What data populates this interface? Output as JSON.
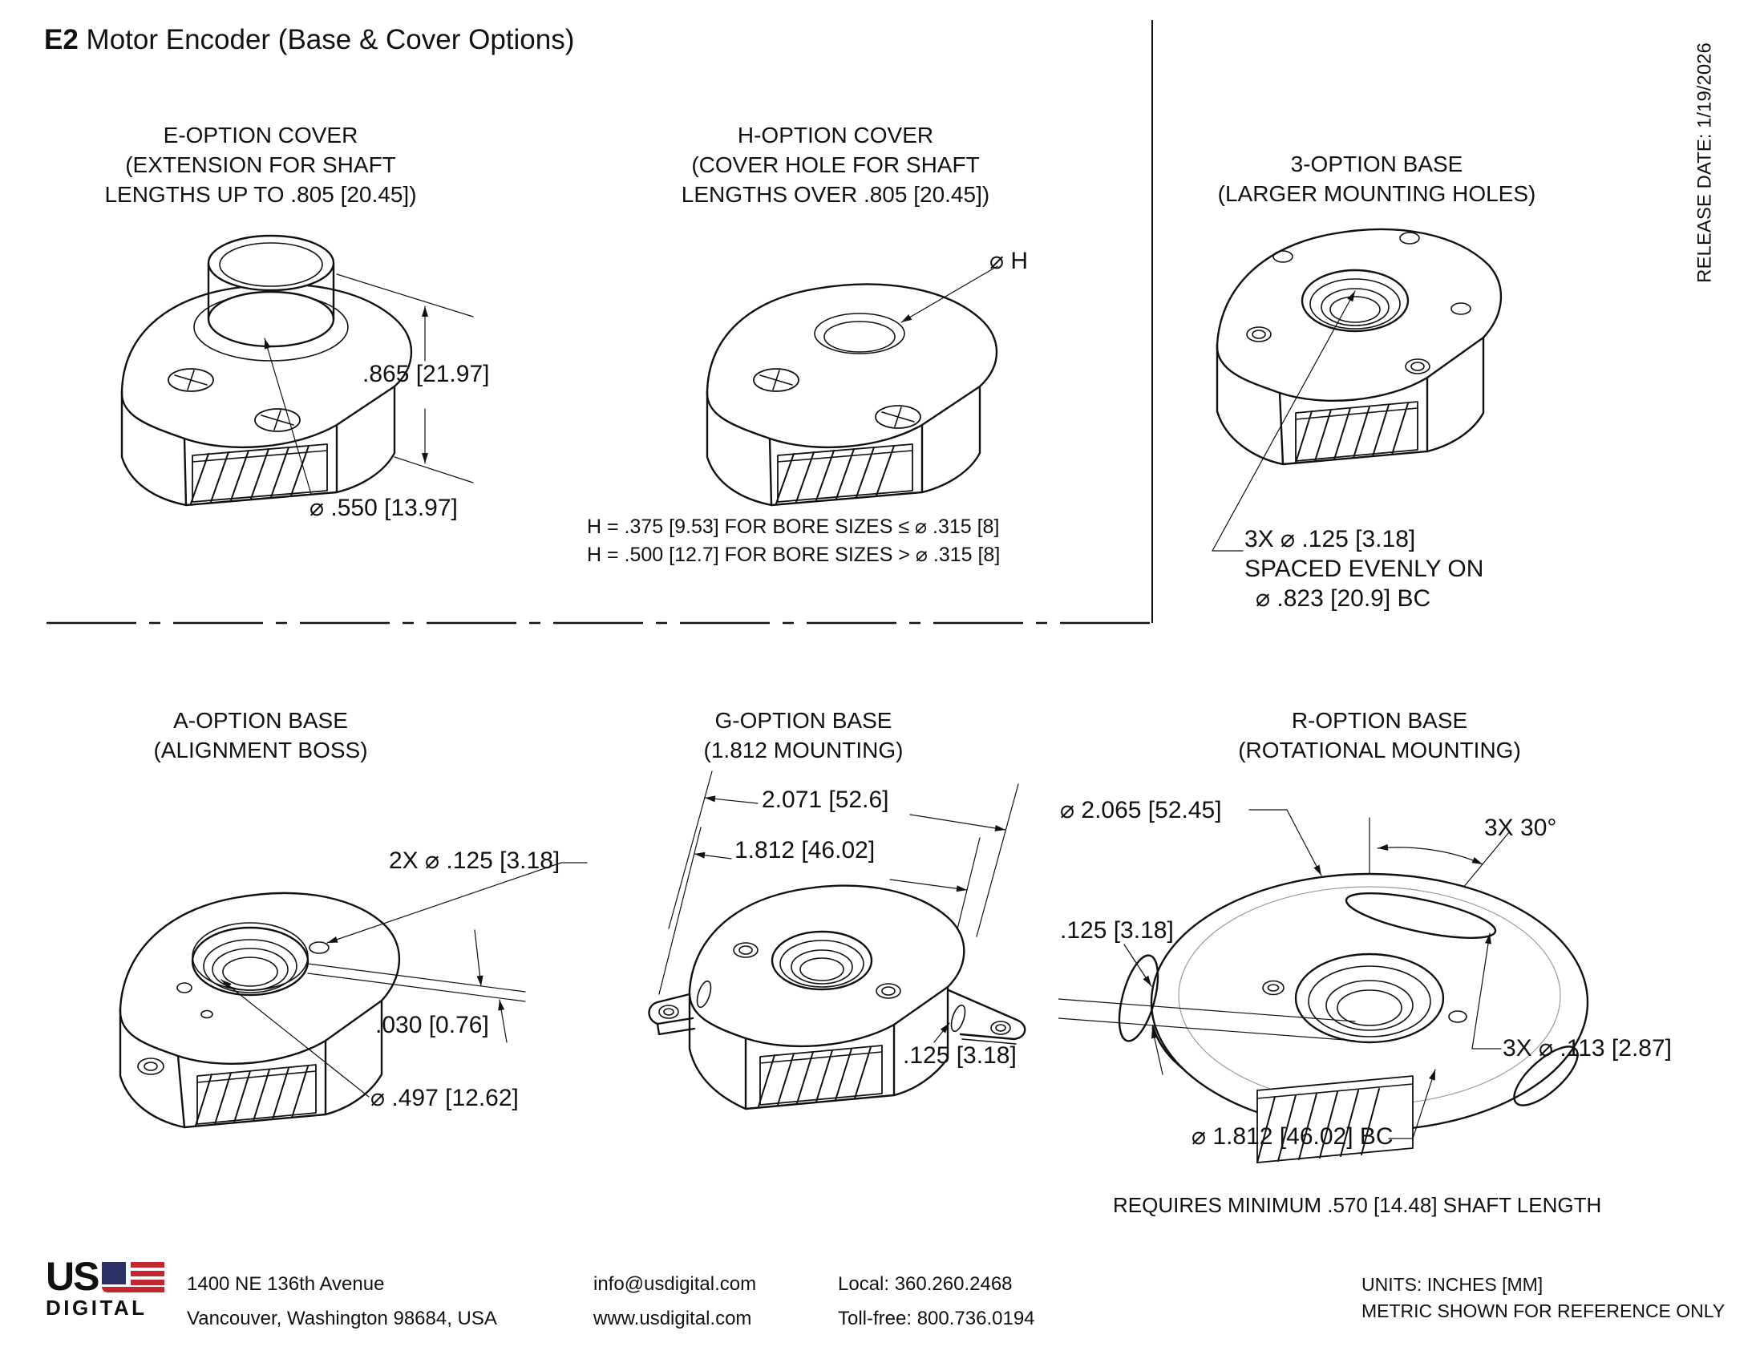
{
  "header": {
    "title_code": "E2",
    "title_rest": " Motor Encoder (Base & Cover Options)",
    "release_date": "RELEASE DATE: 1/19/2026"
  },
  "sections": {
    "e_option": {
      "title": [
        "E-OPTION COVER",
        "(EXTENSION FOR SHAFT",
        "LENGTHS UP TO .805 [20.45])"
      ],
      "dims": {
        "height": ".865 [21.97]",
        "diameter": "⌀ .550 [13.97]"
      }
    },
    "h_option": {
      "title": [
        "H-OPTION COVER",
        "(COVER HOLE FOR SHAFT",
        "LENGTHS OVER .805 [20.45])"
      ],
      "dims": {
        "hole": "⌀ H"
      },
      "notes": [
        "H = .375 [9.53] FOR BORE SIZES ≤ ⌀ .315 [8]",
        "H = .500 [12.7] FOR BORE SIZES > ⌀ .315 [8]"
      ]
    },
    "base3_option": {
      "title": [
        "3-OPTION BASE",
        "(LARGER MOUNTING HOLES)"
      ],
      "notes": [
        "3X ⌀ .125 [3.18]",
        "SPACED EVENLY ON",
        "⌀ .823 [20.9] BC"
      ]
    },
    "a_option": {
      "title": [
        "A-OPTION BASE",
        "(ALIGNMENT BOSS)"
      ],
      "dims": {
        "holes": "2X ⌀ .125 [3.18]",
        "boss_height": ".030 [0.76]",
        "boss_diameter": "⌀ .497 [12.62]"
      }
    },
    "g_option": {
      "title": [
        "G-OPTION BASE",
        "(1.812 MOUNTING)"
      ],
      "dims": {
        "overall": "2.071 [52.6]",
        "mounting": "1.812 [46.02]",
        "tab_thickness": ".125 [3.18]"
      }
    },
    "r_option": {
      "title": [
        "R-OPTION BASE",
        "(ROTATIONAL MOUNTING)"
      ],
      "dims": {
        "outer_diameter": "⌀ 2.065 [52.45]",
        "slot_angle": "3X 30°",
        "plate_thickness": ".125 [3.18]",
        "slot_diameter": "3X ⌀ .113 [2.87]",
        "bolt_circle": "⌀ 1.812 [46.02] BC"
      },
      "note": "REQUIRES MINIMUM .570 [14.48] SHAFT LENGTH"
    }
  },
  "footer": {
    "logo": {
      "line1": "US",
      "line2": "DIGITAL"
    },
    "address": [
      "1400 NE 136th Avenue",
      "Vancouver, Washington 98684, USA"
    ],
    "web": [
      "info@usdigital.com",
      "www.usdigital.com"
    ],
    "phone": [
      "Local: 360.260.2468",
      "Toll-free: 800.736.0194"
    ],
    "units": [
      "UNITS: INCHES [MM]",
      "METRIC SHOWN FOR REFERENCE ONLY"
    ]
  }
}
